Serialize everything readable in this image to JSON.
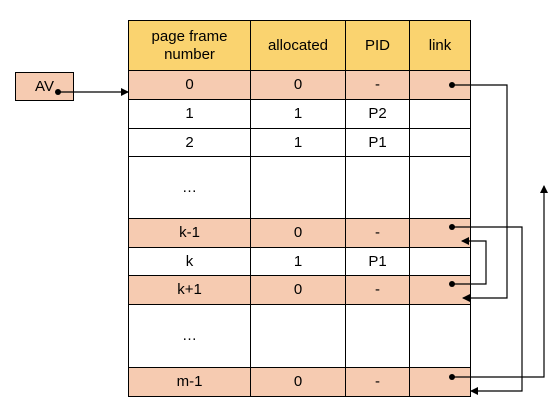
{
  "table": {
    "headers": [
      "page frame\nnumber",
      "allocated",
      "PID",
      "link"
    ],
    "rows": [
      {
        "frame": "0",
        "allocated": "0",
        "pid": "-",
        "kind": "free"
      },
      {
        "frame": "1",
        "allocated": "1",
        "pid": "P2",
        "kind": "used"
      },
      {
        "frame": "2",
        "allocated": "1",
        "pid": "P1",
        "kind": "used"
      },
      {
        "frame": "…",
        "allocated": "",
        "pid": "",
        "kind": "blank"
      },
      {
        "frame": "k-1",
        "allocated": "0",
        "pid": "-",
        "kind": "free"
      },
      {
        "frame": "k",
        "allocated": "1",
        "pid": "P1",
        "kind": "used"
      },
      {
        "frame": "k+1",
        "allocated": "0",
        "pid": "-",
        "kind": "free"
      },
      {
        "frame": "…",
        "allocated": "",
        "pid": "",
        "kind": "blank"
      },
      {
        "frame": "m-1",
        "allocated": "0",
        "pid": "-",
        "kind": "free"
      }
    ]
  },
  "av_label": "AV",
  "colors": {
    "header": "#fad36f",
    "free_row": "#f6cbb1",
    "used_row": "#ffffff",
    "line": "#000000"
  }
}
